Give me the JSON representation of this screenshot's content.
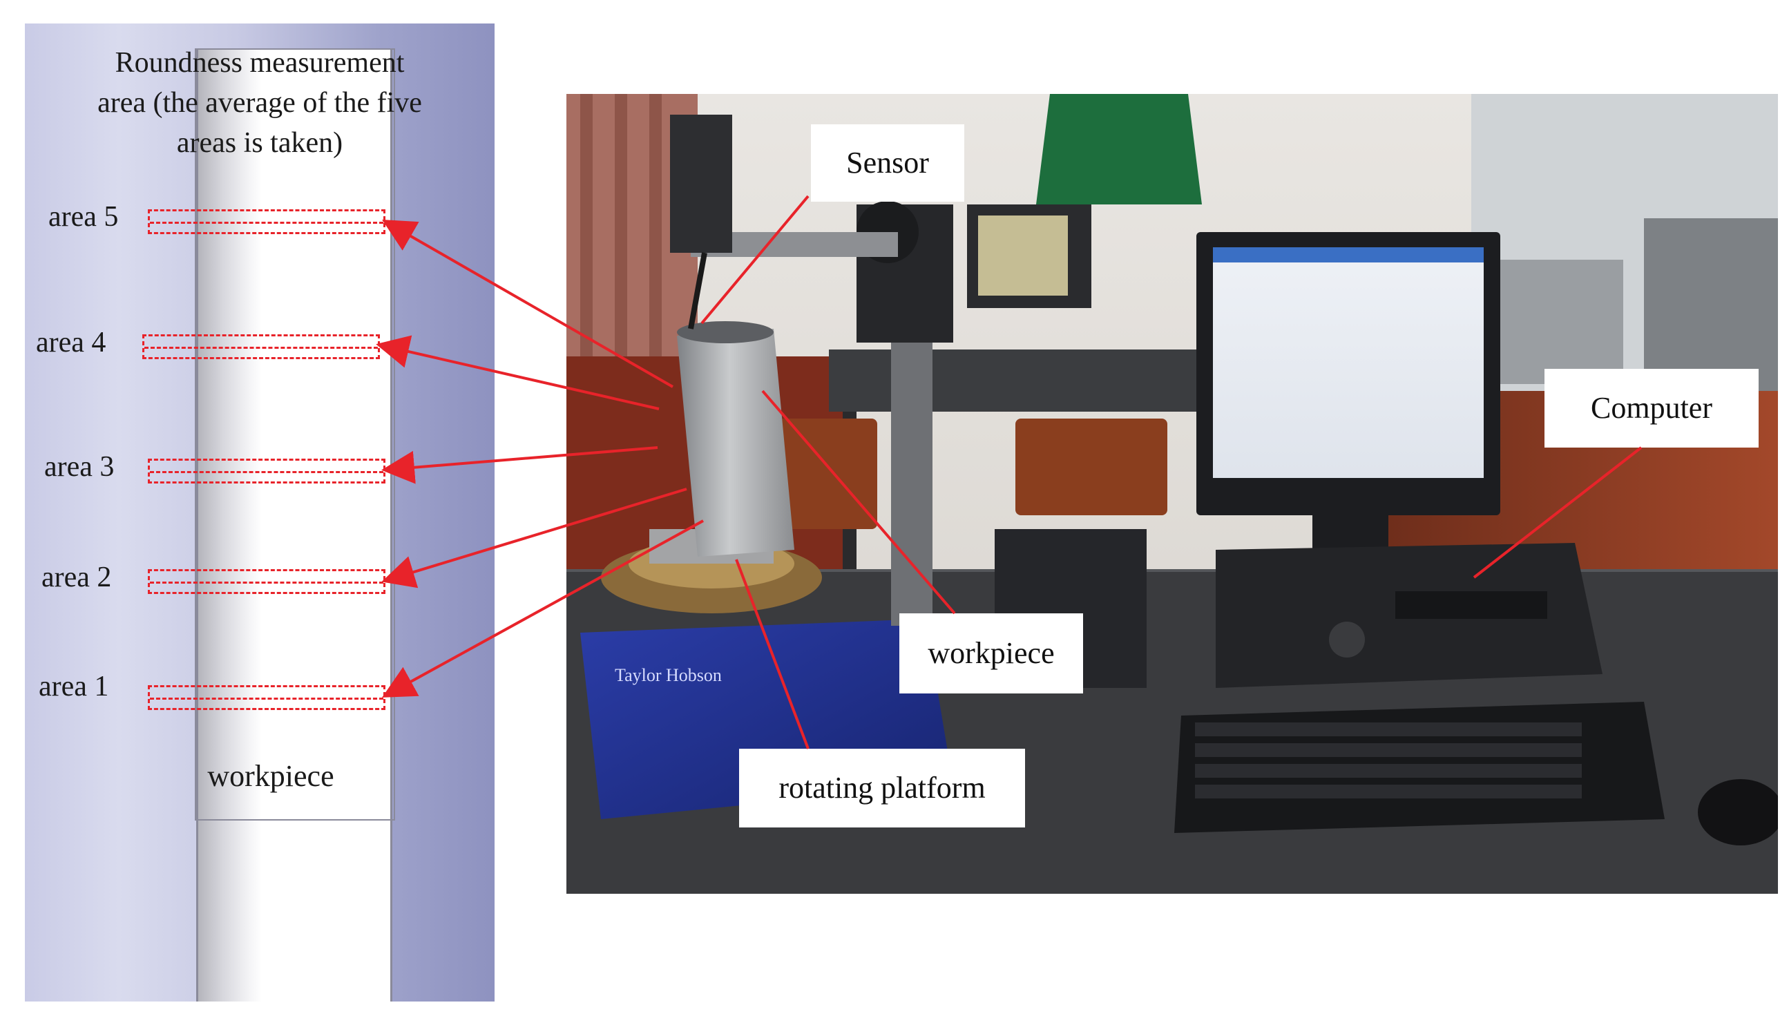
{
  "left_panel": {
    "caption_lines": [
      "Roundness measurement",
      "area (the average of the five",
      "areas is taken)"
    ],
    "areas": [
      "area 5",
      "area 4",
      "area 3",
      "area 2",
      "area 1"
    ],
    "workpiece_label": "workpiece"
  },
  "photo": {
    "labels": {
      "sensor": "Sensor",
      "computer": "Computer",
      "workpiece": "workpiece",
      "rotating_platform": "rotating platform"
    },
    "device_branding": "Taylor Hobson"
  },
  "colors": {
    "annotation_red": "#e8232a",
    "machine_blue": "#1f2f8f",
    "floor_wood": "#8b3a22"
  }
}
